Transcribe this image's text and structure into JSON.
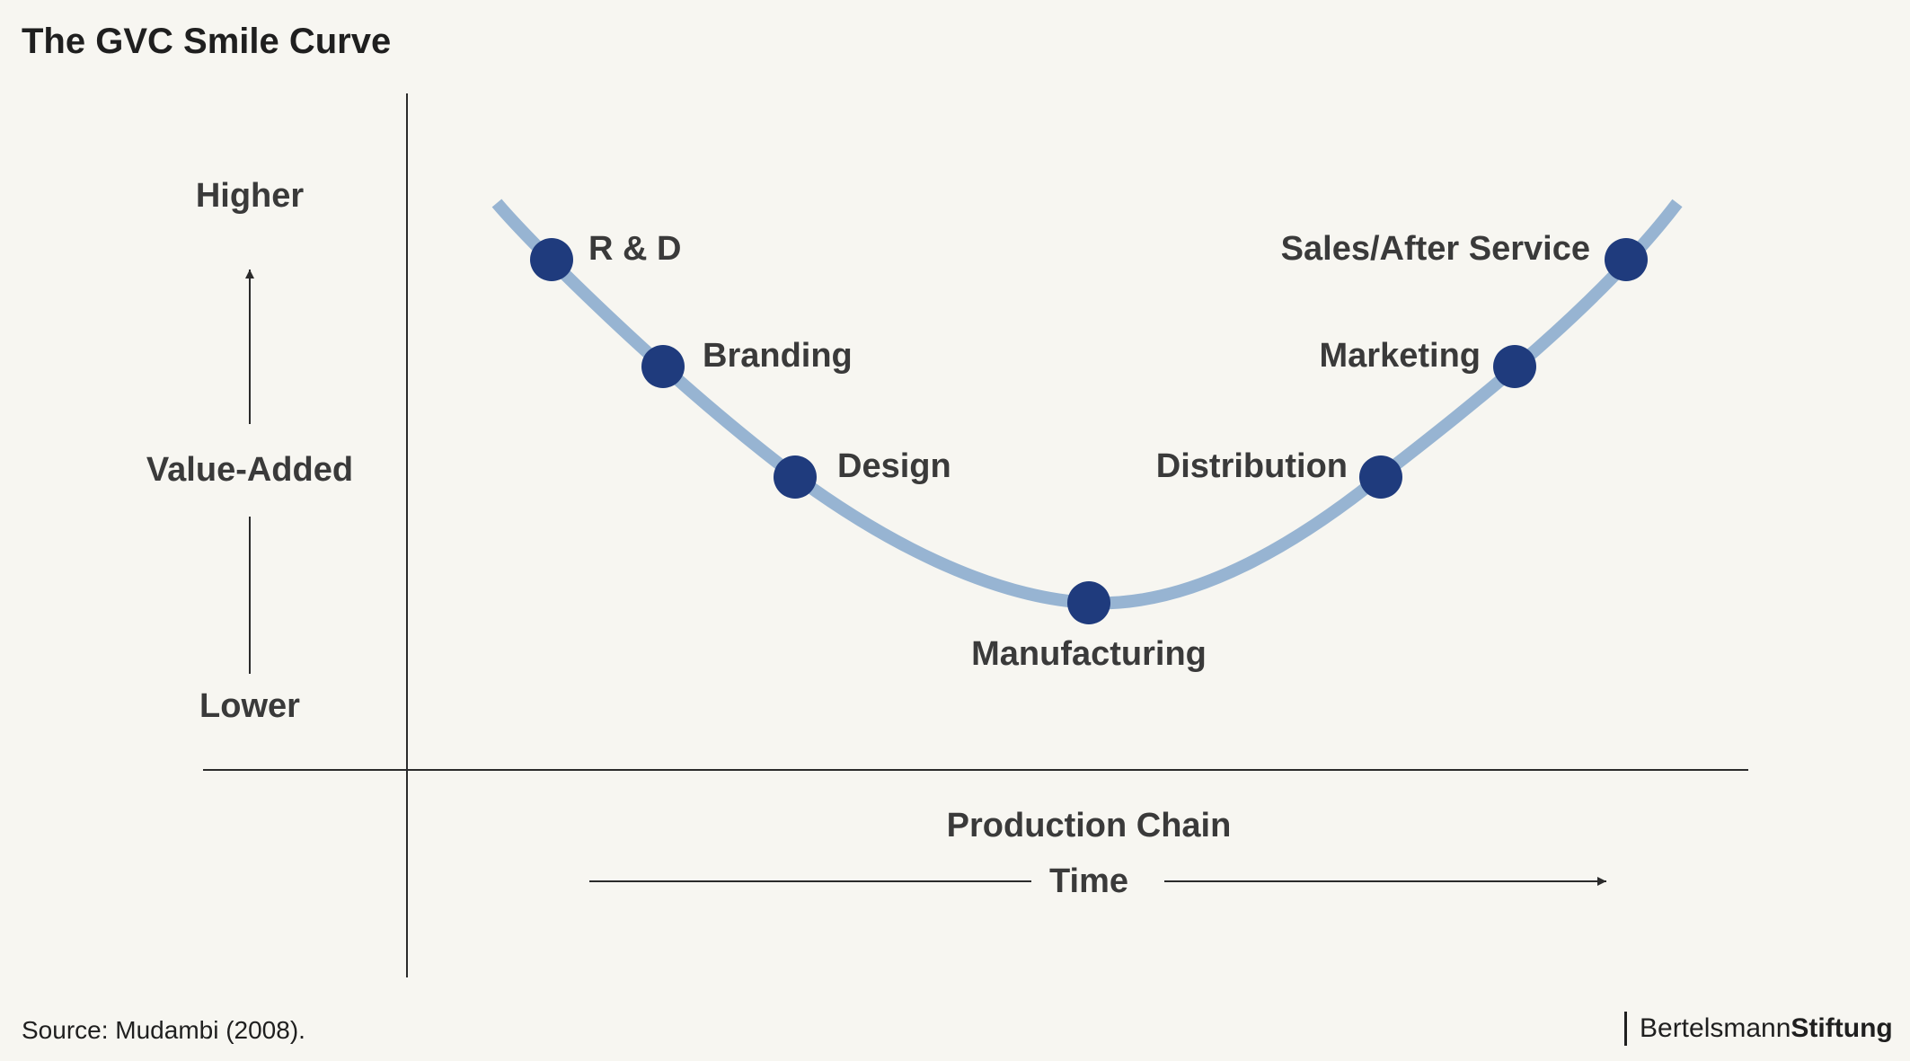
{
  "title": "The GVC Smile Curve",
  "source": "Source: Mudambi (2008).",
  "brand": {
    "part1": "Bertelsmann",
    "part2": "Stiftung"
  },
  "y_axis": {
    "high": "Higher",
    "label": "Value-Added",
    "low": "Lower"
  },
  "x_axis": {
    "label": "Production Chain",
    "sublabel": "Time"
  },
  "stages": [
    "R & D",
    "Branding",
    "Design",
    "Manufacturing",
    "Distribution",
    "Marketing",
    "Sales/After Service"
  ],
  "colors": {
    "curve": "#97b4d2",
    "dot": "#1f3b7d",
    "axis": "#2b2b2b",
    "background": "#f7f6f1"
  }
}
